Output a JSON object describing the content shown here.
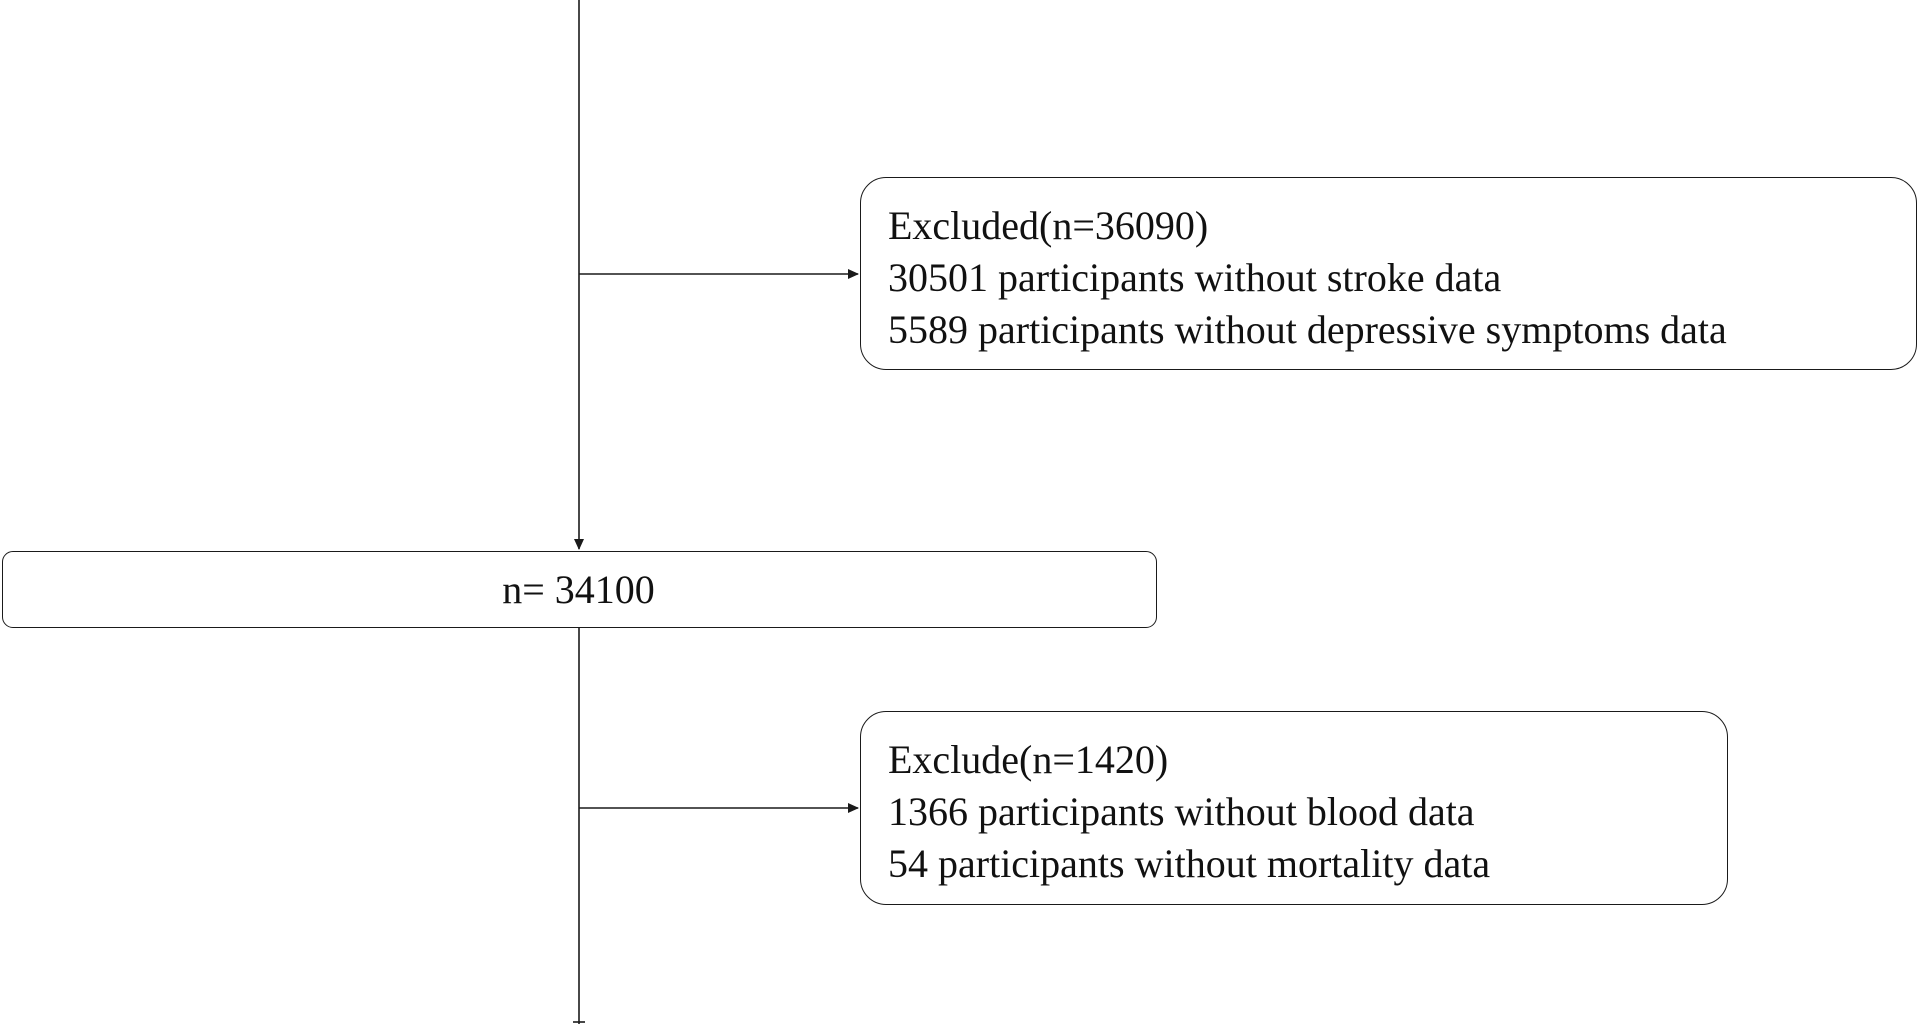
{
  "flowchart": {
    "stage_box": {
      "label": "n= 34100"
    },
    "exclusion_1": {
      "title": "Excluded(n=36090)",
      "reasons": [
        "30501 participants without stroke data",
        "5589 participants without depressive symptoms data"
      ]
    },
    "exclusion_2": {
      "title": "Exclude(n=1420)",
      "reasons": [
        "1366 participants without blood data",
        "54 participants without mortality data"
      ]
    }
  },
  "colors": {
    "line": "#1a1a1a",
    "background": "#ffffff",
    "text": "#111111"
  }
}
